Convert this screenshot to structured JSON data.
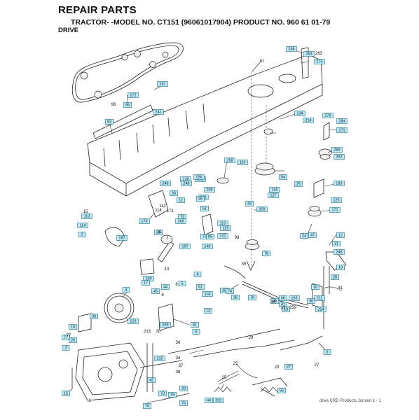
{
  "header": {
    "title": "REPAIR PARTS",
    "subtitle": "TRACTOR- -MODEL NO. CT151 (96061017904) PRODUCT NO. 960 61 01-79",
    "section": "DRIVE"
  },
  "footer": {
    "text": "drive CRD  Products  Jonsen  1 - 1"
  },
  "callouts": [
    "248",
    "175",
    "263",
    "167",
    "172",
    "96",
    "83",
    "241",
    "134",
    "214",
    "279",
    "284",
    "171",
    "266",
    "262",
    "258",
    "116",
    "248",
    "128",
    "253",
    "206",
    "132",
    "248",
    "156",
    "54",
    "116",
    "127",
    "25",
    "113",
    "114",
    "2",
    "167",
    "173",
    "12",
    "33",
    "46",
    "51",
    "115",
    "119",
    "43",
    "121",
    "259",
    "24",
    "183",
    "125",
    "171",
    "12",
    "72",
    "163",
    "77",
    "89",
    "197",
    "148",
    "169",
    "17",
    "31",
    "248",
    "123",
    "4",
    "78",
    "5",
    "8",
    "51",
    "118",
    "13",
    "269",
    "30",
    "16",
    "26",
    "77",
    "2",
    "18",
    "254",
    "36",
    "18",
    "51",
    "6",
    "8",
    "27",
    "21",
    "215",
    "42",
    "33",
    "73",
    "79",
    "35",
    "75",
    "76",
    "56",
    "15",
    "45",
    "44",
    "36",
    "74",
    "44",
    "201",
    "47",
    "211",
    "163",
    "49",
    "66",
    "76",
    "28",
    "19",
    "41"
  ],
  "plain_labels": [
    "91",
    "96",
    "263",
    "13",
    "8",
    "6",
    "1",
    "21",
    "25",
    "23",
    "98",
    "171",
    "112",
    "114",
    "15",
    "77",
    "213",
    "37",
    "34",
    "29",
    "259",
    "38",
    "27",
    "25",
    "35",
    "37",
    "34",
    "36",
    "41",
    "30"
  ]
}
